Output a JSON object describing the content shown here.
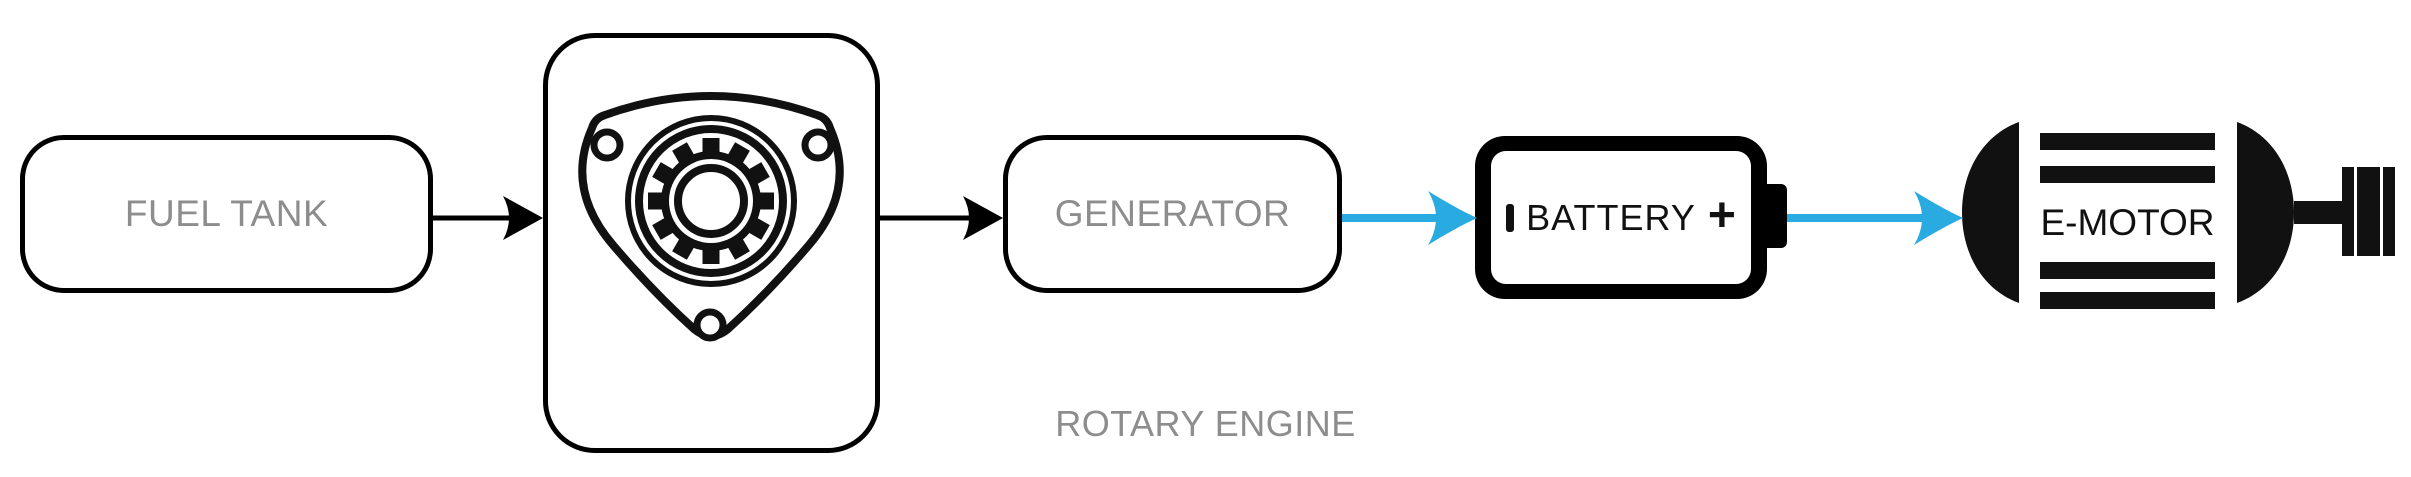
{
  "nodes": [
    {
      "id": "fuel-tank",
      "label": "FUEL TANK"
    },
    {
      "id": "rotary-engine",
      "label": "ROTARY ENGINE",
      "icon": "wankel-rotor-icon"
    },
    {
      "id": "generator",
      "label": "GENERATOR"
    },
    {
      "id": "battery",
      "label": "BATTERY",
      "plus_symbol": "+",
      "icon": "battery-icon"
    },
    {
      "id": "e-motor",
      "label": "E-MOTOR",
      "icon": "electric-motor-icon"
    }
  ],
  "connections": [
    {
      "from": "fuel-tank",
      "to": "rotary-engine",
      "color": "#000000"
    },
    {
      "from": "rotary-engine",
      "to": "generator",
      "color": "#000000"
    },
    {
      "from": "generator",
      "to": "battery",
      "color": "#29abe2"
    },
    {
      "from": "battery",
      "to": "e-motor",
      "color": "#29abe2"
    }
  ],
  "colors": {
    "outline_black": "#000000",
    "icon_black": "#111111",
    "label_gray": "#8d8d8d",
    "electric_blue": "#29abe2",
    "background": "#ffffff"
  }
}
